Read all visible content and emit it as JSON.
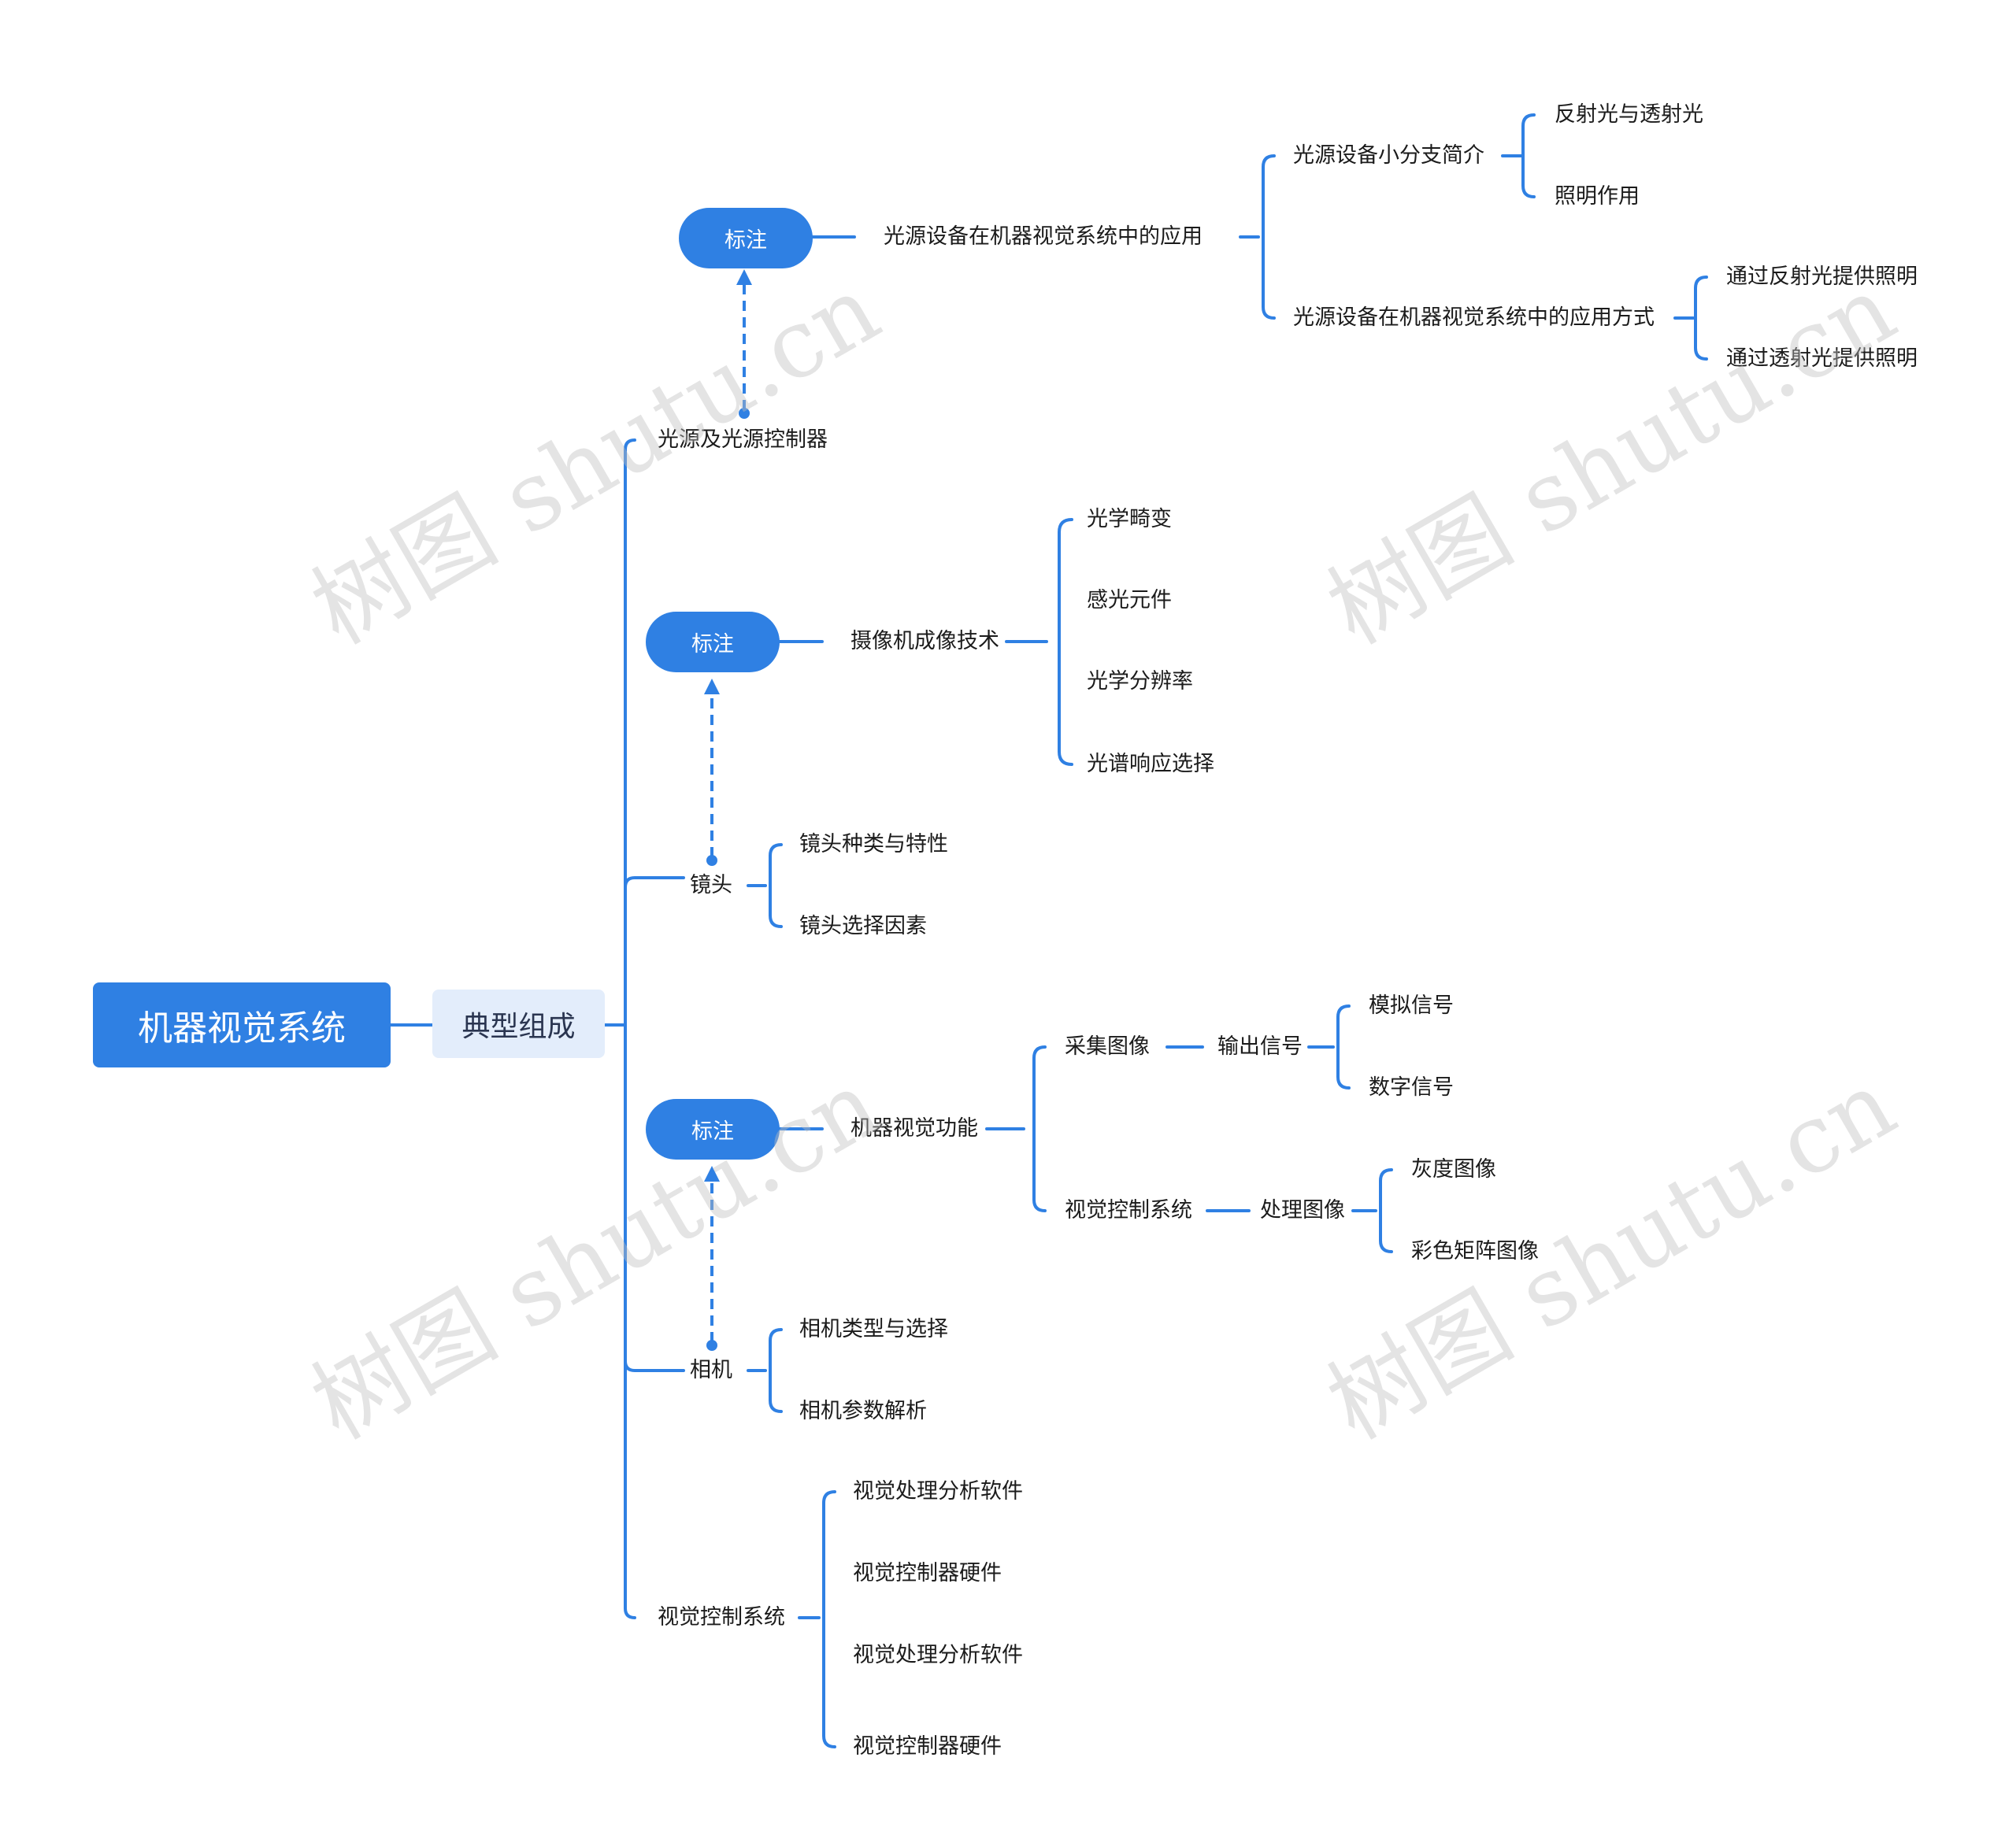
{
  "root": "机器视觉系统",
  "group": "典型组成",
  "callout": "标注",
  "watermark": "树图 shutu.cn",
  "colors": {
    "accent": "#2f80e3",
    "group_bg": "#e3edfb",
    "line": "#2f80e3"
  },
  "nodes": {
    "light": "光源及光源控制器",
    "light_app": "光源设备在机器视觉系统中的应用",
    "light_branch": "光源设备小分支简介",
    "reflect_transmit": "反射光与透射光",
    "illumination": "照明作用",
    "light_method": "光源设备在机器视觉系统中的应用方式",
    "via_reflect": "通过反射光提供照明",
    "via_transmit": "通过透射光提供照明",
    "camera_tech": "摄像机成像技术",
    "optical_distortion": "光学畸变",
    "sensor": "感光元件",
    "optical_resolution": "光学分辨率",
    "spectral": "光谱响应选择",
    "lens": "镜头",
    "lens_types": "镜头种类与特性",
    "lens_factors": "镜头选择因素",
    "mv_function": "机器视觉功能",
    "acquire": "采集图像",
    "output_signal": "输出信号",
    "analog": "模拟信号",
    "digital": "数字信号",
    "vision_control_sys_a": "视觉控制系统",
    "process_image": "处理图像",
    "gray": "灰度图像",
    "color_matrix": "彩色矩阵图像",
    "camera": "相机",
    "camera_types": "相机类型与选择",
    "camera_params": "相机参数解析",
    "vision_control": "视觉控制系统",
    "vc_software_1": "视觉处理分析软件",
    "vc_hardware_1": "视觉控制器硬件",
    "vc_software_2": "视觉处理分析软件",
    "vc_hardware_2": "视觉控制器硬件"
  }
}
